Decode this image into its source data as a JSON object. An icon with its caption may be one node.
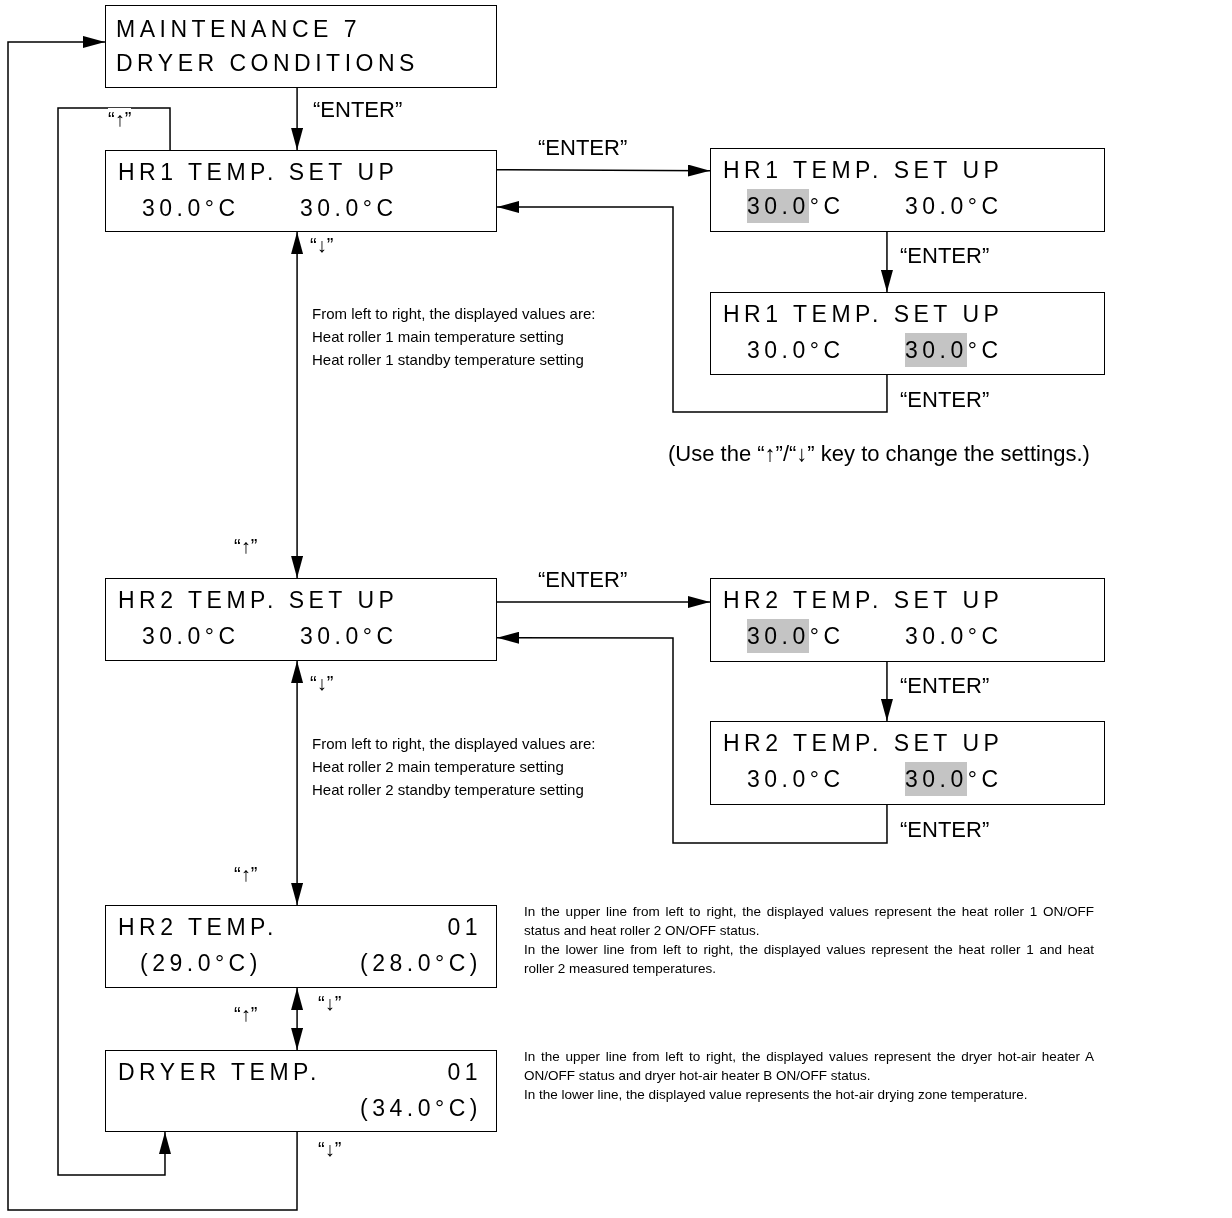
{
  "diagram": {
    "nodes": [
      {
        "text": [
          "MAINTENANCE 7 DRYER CONDITIONS"
        ]
      },
      {
        "text": [
          "HR1 TEMP. SET UP",
          "30.0°C",
          "30.0°C"
        ]
      },
      {
        "text": [
          "HR1 TEMP. SET UP",
          "30.0°C",
          "30.0°C"
        ]
      },
      {
        "text": [
          "HR1 TEMP. SET UP",
          "30.0°C",
          "30.0°C"
        ]
      },
      {
        "text": [
          "HR2 TEMP. SET UP",
          "30.0°C",
          "30.0°C"
        ]
      },
      {
        "text": [
          "HR2 TEMP. SET UP",
          "30.0°C",
          "30.0°C"
        ]
      },
      {
        "text": [
          "HR2 TEMP. SET UP",
          "30.0°C",
          "30.0°C"
        ]
      },
      {
        "text": [
          "HR2 TEMP.",
          "01",
          "(29.0°C)",
          "(28.0°C)"
        ],
        "beside": [
          "In the upper line from left to right, the displayed values represent the heat roller 1 ON/OFF status and heat roller 2 ON/OFF status.",
          "In the lower line from left to right, the displayed values represent the heat roller 1 and heat roller 2 measured temperatures."
        ]
      },
      {
        "text": [
          "DRYER TEMP.",
          "01",
          "(34.0°C)"
        ],
        "beside": [
          "In the upper line from left to right, the displayed values represent the dryer hot-air heater A ON/OFF status and dryer hot-air heater B ON/OFF status.",
          "In the lower line, the displayed value represents the hot-air drying zone temperature."
        ]
      }
    ],
    "edges": [
      {
        "from": 0,
        "to": 1,
        "arrow": "to",
        "label": "“ENTER”"
      },
      {
        "from": 1,
        "to": 2,
        "arrow": "to",
        "label": "“ENTER”"
      },
      {
        "from": 2,
        "to": 3,
        "arrow": "to",
        "label": "“ENTER”"
      },
      {
        "from": 3,
        "to": 1,
        "arrow": "to",
        "label": "“ENTER”"
      },
      {
        "from": 1,
        "to": 4,
        "arrow": "both",
        "label": "“↓”"
      },
      {
        "from": 1,
        "to": 8,
        "arrow": "to",
        "label": "“↑”"
      },
      {
        "from": 4,
        "to": 5,
        "arrow": "to",
        "label": "“ENTER”"
      },
      {
        "from": 5,
        "to": 6,
        "arrow": "to",
        "label": "“ENTER”"
      },
      {
        "from": 6,
        "to": 4,
        "arrow": "to",
        "label": "“ENTER”"
      },
      {
        "from": 4,
        "to": 7,
        "arrow": "both",
        "label": "“↓”"
      },
      {
        "from": 7,
        "to": 8,
        "arrow": "both",
        "label": "“↓”"
      },
      {
        "from": 8,
        "to": 0,
        "arrow": "to",
        "label": "“↓”"
      }
    ],
    "labels": [
      "From left to right, the displayed values are:",
      "Heat roller 1 main temperature setting",
      "Heat roller 1 standby temperature setting",
      "(Use the “↑”/“↓” key to change the settings.)",
      "“↑”",
      "From left to right, the displayed values are:",
      "Heat roller 2 main temperature setting",
      "Heat roller 2 standby temperature setting",
      "“↑”",
      "“↑”"
    ]
  }
}
